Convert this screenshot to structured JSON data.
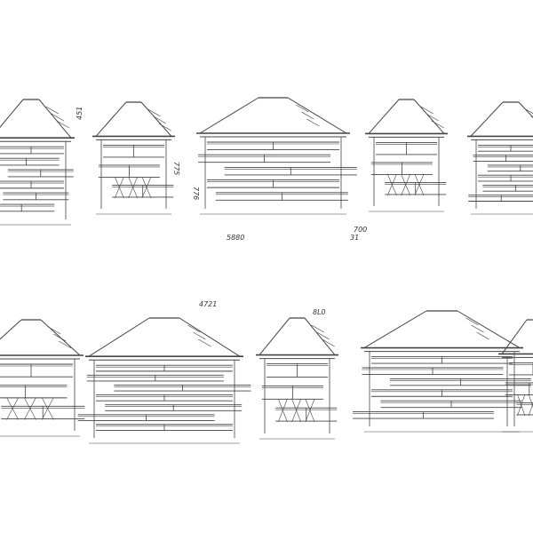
{
  "drawings": {
    "dimension_labels": [
      "451",
      "775",
      "776",
      "5880",
      "700",
      "31",
      "4721",
      "8L0"
    ]
  },
  "colors": {
    "line": "#444444",
    "background": "#ffffff"
  }
}
